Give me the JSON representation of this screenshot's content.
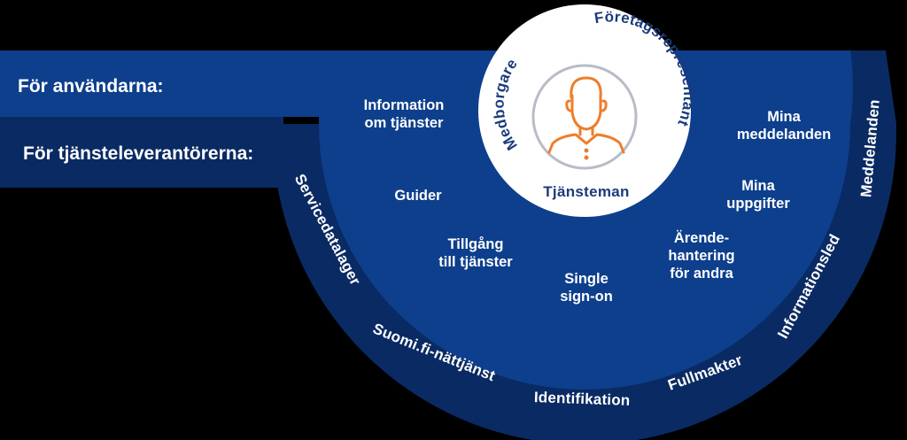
{
  "bands": {
    "users": "För användarna:",
    "providers": "För tjänsteleverantörerna:"
  },
  "user_roles": [
    "Medborgare",
    "Företagsrepresentant",
    "Tjänsteman"
  ],
  "user_services": [
    [
      "Information",
      "om tjänster"
    ],
    [
      "Guider"
    ],
    [
      "Tillgång",
      "till tjänster"
    ],
    [
      "Single",
      "sign-on"
    ],
    [
      "Ärende-",
      "hantering",
      "för andra"
    ],
    [
      "Mina",
      "uppgifter"
    ],
    [
      "Mina",
      "meddelanden"
    ]
  ],
  "provider_services": [
    "Servicedatalager",
    "Suomi.fi-nättjänst",
    "Identifikation",
    "Fullmakter",
    "Informationsled",
    "Meddelanden"
  ],
  "colors": {
    "inner_blue": "#0d3f8c",
    "outer_blue": "#0a2a63",
    "band_blue": "#0d3f8c",
    "band_dark": "#0a2a63",
    "accent_orange": "#ee7d2b",
    "circle_text": "#1a3a7c",
    "ring_gray": "#b7bcc6"
  },
  "icons": {
    "user": "person-icon"
  }
}
